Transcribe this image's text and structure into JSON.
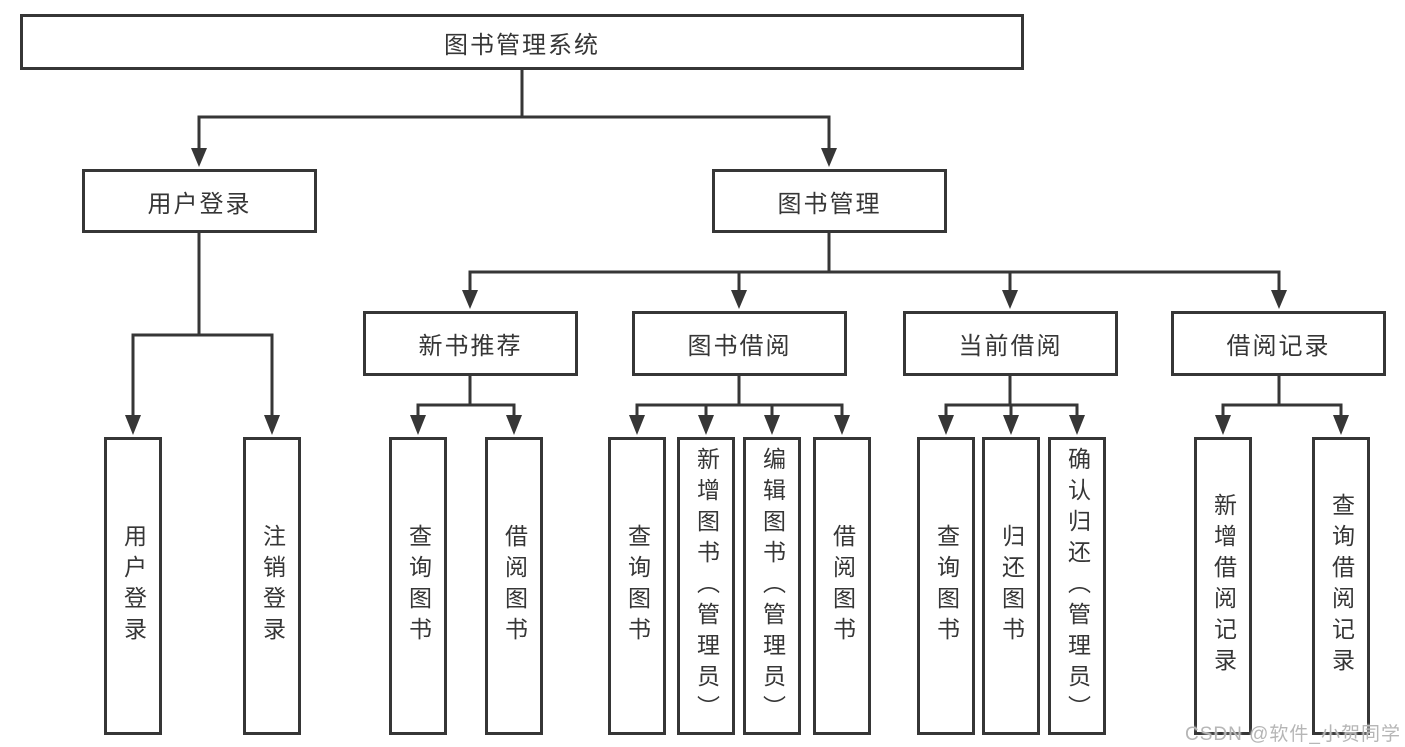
{
  "diagram": {
    "root": {
      "label": "图书管理系统"
    },
    "branches": [
      {
        "label": "用户登录",
        "children": [
          {
            "label": "用户登录"
          },
          {
            "label": "注销登录"
          }
        ]
      },
      {
        "label": "图书管理",
        "children": [
          {
            "label": "新书推荐",
            "children": [
              {
                "label": "查询图书"
              },
              {
                "label": "借阅图书"
              }
            ]
          },
          {
            "label": "图书借阅",
            "children": [
              {
                "label": "查询图书"
              },
              {
                "label": "新增图书（管理员）"
              },
              {
                "label": "编辑图书（管理员）"
              },
              {
                "label": "借阅图书"
              }
            ]
          },
          {
            "label": "当前借阅",
            "children": [
              {
                "label": "查询图书"
              },
              {
                "label": "归还图书"
              },
              {
                "label": "确认归还（管理员）"
              }
            ]
          },
          {
            "label": "借阅记录",
            "children": [
              {
                "label": "新增借阅记录"
              },
              {
                "label": "查询借阅记录"
              }
            ]
          }
        ]
      }
    ]
  },
  "watermark": {
    "text": "CSDN @软件_小贺同学"
  },
  "colors": {
    "line": "#363636",
    "border": "#363636",
    "text": "#363636",
    "watermark": "#b6b6b6",
    "background": "#ffffff"
  }
}
